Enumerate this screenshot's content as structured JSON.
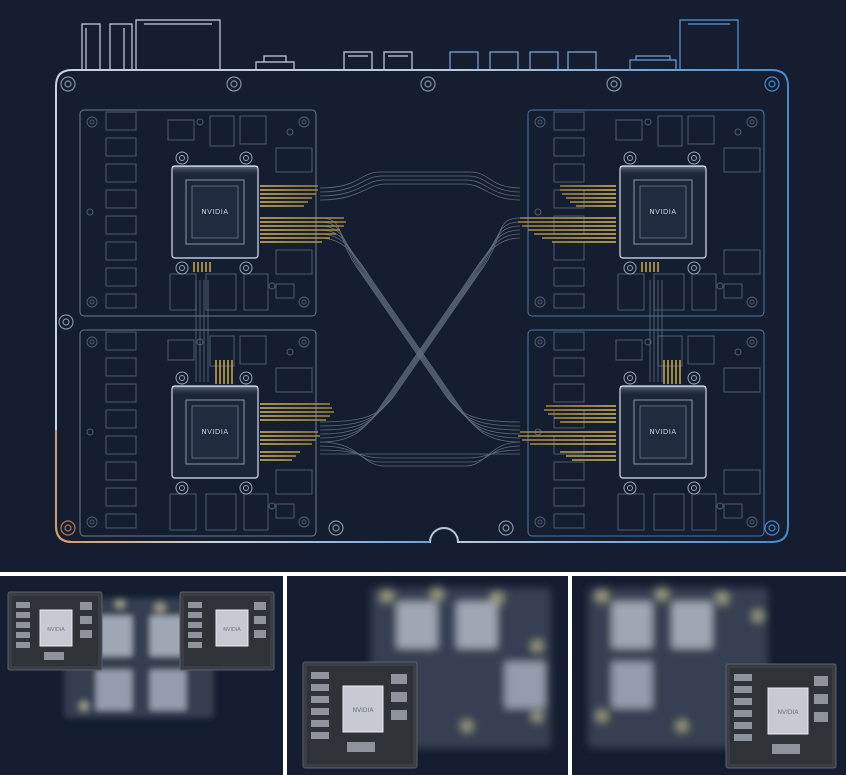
{
  "diagram": {
    "chip_labels": [
      "NVIDIA",
      "NVIDIA",
      "NVIDIA",
      "NVIDIA"
    ]
  },
  "photo_panels": [
    {
      "chip_labels": [
        "NVIDIA",
        "NVIDIA"
      ]
    },
    {
      "chip_labels": [
        "NVIDIA"
      ]
    },
    {
      "chip_labels": [
        "NVIDIA"
      ]
    }
  ],
  "colors": {
    "background": "#141e30",
    "trace_gold": "#d8b24a",
    "outline_light": "#c9d2e0",
    "outline_blue": "#4a88c8",
    "outline_copper": "#d49a6a",
    "divider": "#ffffff"
  }
}
